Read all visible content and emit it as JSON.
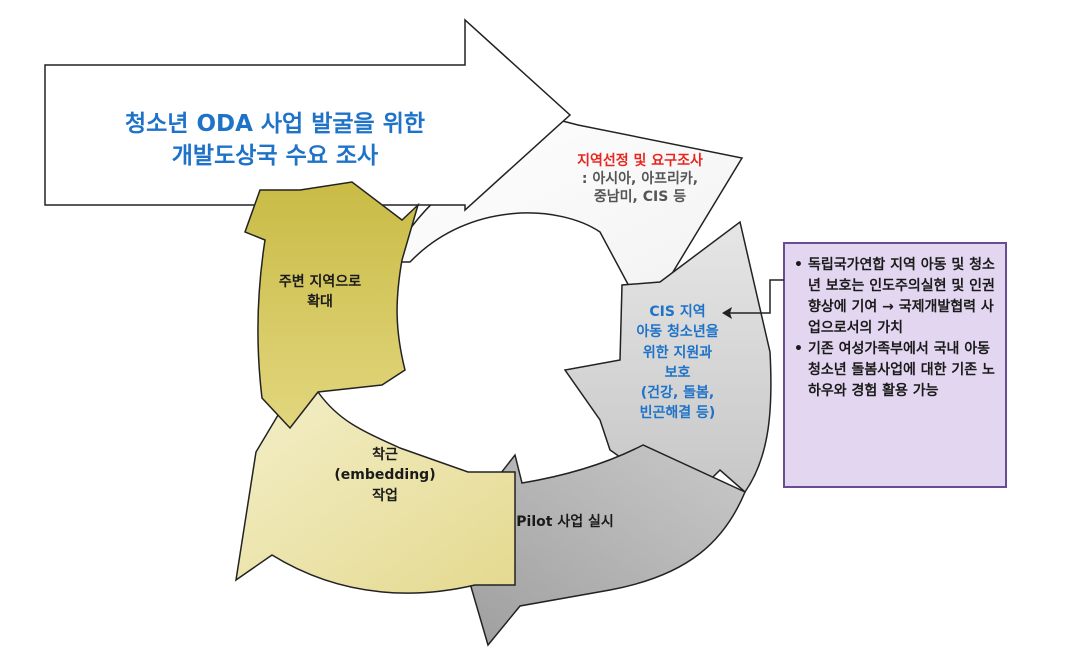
{
  "title": {
    "line1": "청소년 ODA 사업 발굴을 위한",
    "line2": "개발도상국 수요 조사"
  },
  "steps": {
    "survey": {
      "heading": "지역선정 및 요구조사",
      "line1": ": 아시아, 아프리카,",
      "line2": "중남미, CIS 등"
    },
    "cis": {
      "line1": "CIS 지역",
      "line2": "아동 청소년을",
      "line3": "위한 지원과",
      "line4": "보호",
      "line5": "(건강, 돌봄,",
      "line6": "빈곤해결 등)"
    },
    "pilot": {
      "line1": "Pilot 사업 실시"
    },
    "embed": {
      "line1": "착근",
      "line2": "(embedding)",
      "line3": "작업"
    },
    "expand": {
      "line1": "주변 지역으로",
      "line2": "확대"
    }
  },
  "note": {
    "items": [
      "독립국가연합 지역 아동 및 청소년 보호는 인도주의실현 및 인권 향상에 기여 → 국제개발협력 사업으로서의 가치",
      "기존 여성가족부에서 국내 아동 청소년 돌봄사업에 대한 기존 노하우와 경험 활용 가능"
    ]
  },
  "colors": {
    "title_text": "#1e73c8",
    "survey_heading": "#e8261f",
    "survey_arrow_fill": "#ffffff",
    "cis_arrow_fill": "#d4d4d4",
    "pilot_arrow_fill": "#b3b3b3",
    "embed_arrow_fill": "#ece4a6",
    "expand_arrow_fill": "#d8ca5e",
    "note_fill": "#e3d6f1",
    "note_border": "#6a4c93"
  }
}
